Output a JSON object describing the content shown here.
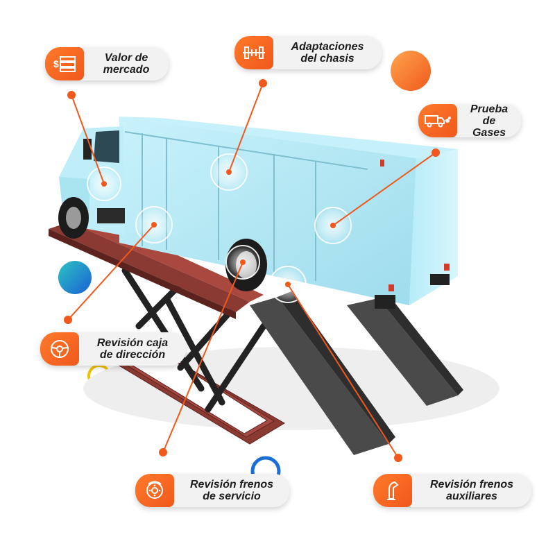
{
  "callouts": {
    "valor": {
      "line1": "Valor de",
      "line2": "mercado",
      "icon": "money-icon"
    },
    "chasis": {
      "line1": "Adaptaciones",
      "line2": "del chasis",
      "icon": "chassis-icon"
    },
    "gases": {
      "line1": "Prueba",
      "line2": "de Gases",
      "icon": "truck-exhaust-icon"
    },
    "direccion": {
      "line1": "Revisión caja",
      "line2": "de dirección",
      "icon": "steering-wheel-icon"
    },
    "frenos_servicio": {
      "line1": "Revisión frenos",
      "line2": "de servicio",
      "icon": "brake-disc-icon"
    },
    "frenos_aux": {
      "line1": "Revisión frenos",
      "line2": "auxiliares",
      "icon": "brake-lever-icon"
    }
  },
  "colors": {
    "accent": "#f0581c",
    "truck_box": "#aee8f5",
    "lift": "#8b3a33",
    "ramp": "#4a4a4a",
    "teal": "#1aa7a7",
    "yellow": "#f2c200"
  }
}
